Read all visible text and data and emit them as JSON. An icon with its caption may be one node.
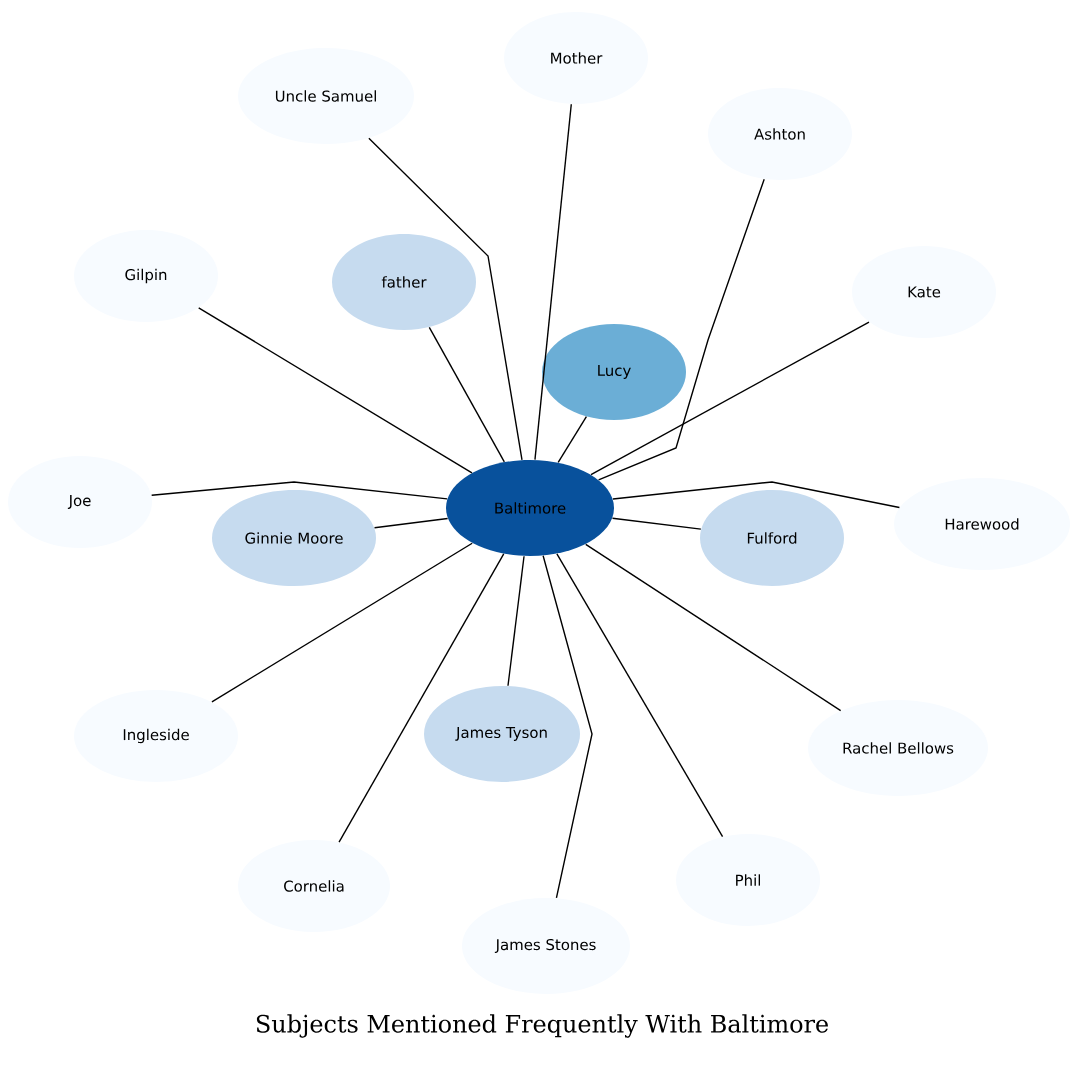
{
  "diagram": {
    "caption": "Subjects Mentioned Frequently With Baltimore",
    "nodes": [
      {
        "text": [
          "Baltimore"
        ]
      },
      {
        "text": [
          "Uncle Samuel"
        ]
      },
      {
        "text": [
          "Mother"
        ]
      },
      {
        "text": [
          "Ashton"
        ]
      },
      {
        "text": [
          "Gilpin"
        ]
      },
      {
        "text": [
          "father"
        ]
      },
      {
        "text": [
          "Lucy"
        ]
      },
      {
        "text": [
          "Kate"
        ]
      },
      {
        "text": [
          "Joe"
        ]
      },
      {
        "text": [
          "Ginnie Moore"
        ]
      },
      {
        "text": [
          "Fulford"
        ]
      },
      {
        "text": [
          "Harewood"
        ]
      },
      {
        "text": [
          "Ingleside"
        ]
      },
      {
        "text": [
          "James Tyson"
        ]
      },
      {
        "text": [
          "Rachel Bellows"
        ]
      },
      {
        "text": [
          "Cornelia"
        ]
      },
      {
        "text": [
          "Phil"
        ]
      },
      {
        "text": [
          "James Stones"
        ]
      }
    ],
    "edges": [
      {
        "from": 1,
        "to": 0,
        "arrow": "none"
      },
      {
        "from": 2,
        "to": 0,
        "arrow": "none"
      },
      {
        "from": 3,
        "to": 0,
        "arrow": "none"
      },
      {
        "from": 4,
        "to": 0,
        "arrow": "none"
      },
      {
        "from": 5,
        "to": 0,
        "arrow": "none"
      },
      {
        "from": 6,
        "to": 0,
        "arrow": "none"
      },
      {
        "from": 7,
        "to": 0,
        "arrow": "none"
      },
      {
        "from": 8,
        "to": 0,
        "arrow": "none"
      },
      {
        "from": 9,
        "to": 0,
        "arrow": "none"
      },
      {
        "from": 10,
        "to": 0,
        "arrow": "none"
      },
      {
        "from": 11,
        "to": 0,
        "arrow": "none"
      },
      {
        "from": 12,
        "to": 0,
        "arrow": "none"
      },
      {
        "from": 13,
        "to": 0,
        "arrow": "none"
      },
      {
        "from": 14,
        "to": 0,
        "arrow": "none"
      },
      {
        "from": 15,
        "to": 0,
        "arrow": "none"
      },
      {
        "from": 16,
        "to": 0,
        "arrow": "none"
      },
      {
        "from": 17,
        "to": 0,
        "arrow": "none"
      }
    ]
  }
}
